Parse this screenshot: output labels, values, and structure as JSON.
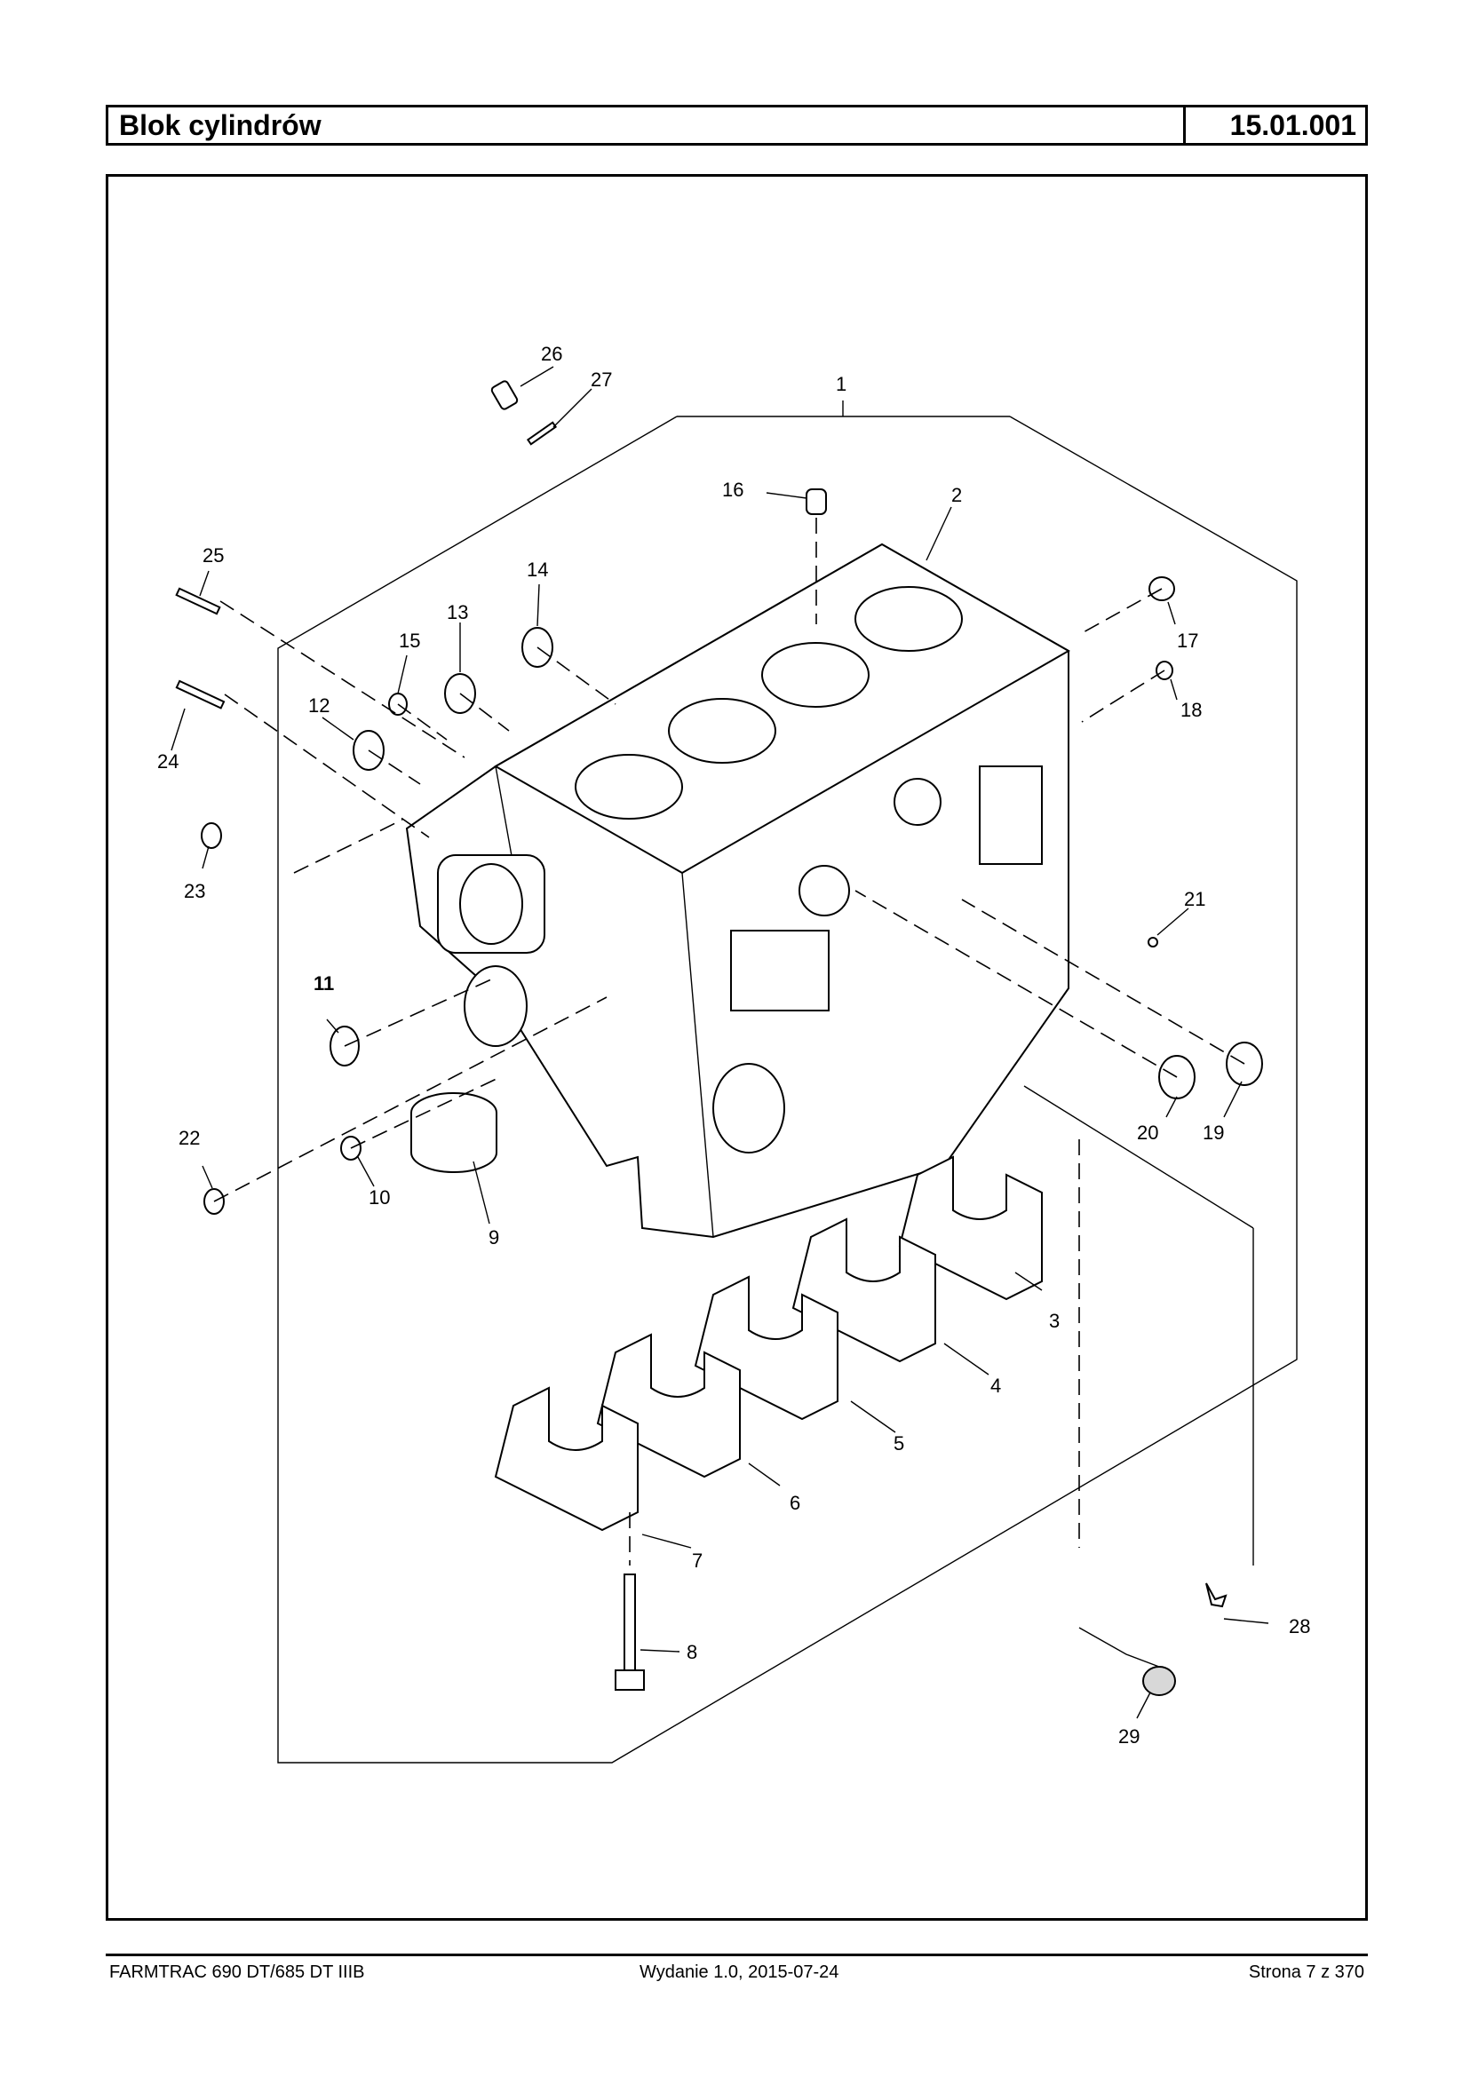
{
  "header": {
    "title": "Blok cylindrów",
    "code": "15.01.001"
  },
  "diagram": {
    "labels": [
      "1",
      "2",
      "3",
      "4",
      "5",
      "6",
      "7",
      "8",
      "9",
      "10",
      "11",
      "12",
      "13",
      "14",
      "15",
      "16",
      "17",
      "18",
      "19",
      "20",
      "21",
      "22",
      "23",
      "24",
      "25",
      "26",
      "27",
      "28",
      "29"
    ]
  },
  "footer": {
    "model": "FARMTRAC 690 DT/685 DT IIIB",
    "edition": "Wydanie 1.0,  2015-07-24",
    "page": "Strona 7 z 370"
  }
}
